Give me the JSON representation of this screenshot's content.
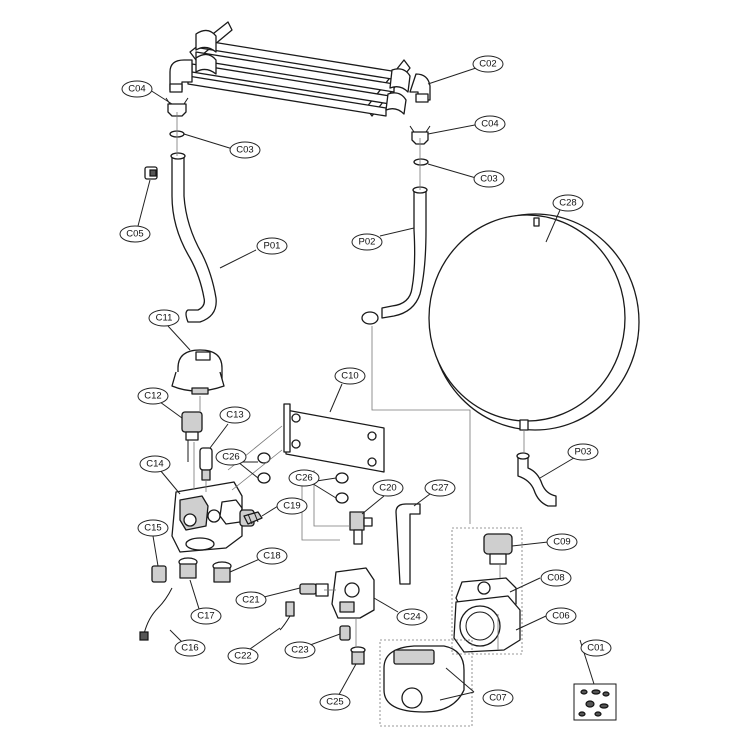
{
  "labels": {
    "C01": "C01",
    "C02": "C02",
    "C03a": "C03",
    "C03b": "C03",
    "C04a": "C04",
    "C04b": "C04",
    "C05": "C05",
    "C06": "C06",
    "C07": "C07",
    "C08": "C08",
    "C09": "C09",
    "C10": "C10",
    "C11": "C11",
    "C12": "C12",
    "C13": "C13",
    "C14": "C14",
    "C15": "C15",
    "C16": "C16",
    "C17": "C17",
    "C18": "C18",
    "C19": "C19",
    "C20": "C20",
    "C21": "C21",
    "C22": "C22",
    "C23": "C23",
    "C24": "C24",
    "C25": "C25",
    "C26a": "C26",
    "C26b": "C26",
    "C27": "C27",
    "C28": "C28",
    "P01": "P01",
    "P02": "P02",
    "P03": "P03"
  },
  "colors": {
    "line": "#1a1a1a",
    "fill": "#ffffff",
    "shade": "#cfcfcf",
    "connector": "#777777"
  }
}
